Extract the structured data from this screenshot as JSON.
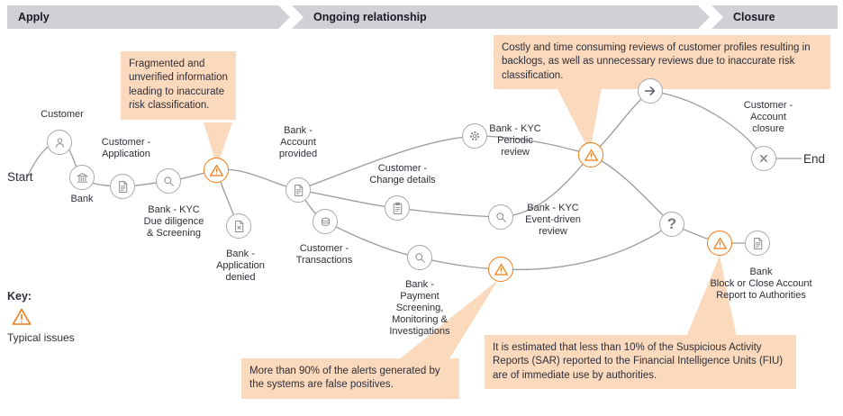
{
  "banner": {
    "phases": [
      {
        "label": "Apply"
      },
      {
        "label": "Ongoing relationship"
      },
      {
        "label": "Closure"
      }
    ]
  },
  "flow": {
    "start_label": "Start",
    "end_label": "End",
    "nodes": {
      "customer": {
        "label": "Customer"
      },
      "bank": {
        "label": "Bank"
      },
      "application": {
        "label": "Customer -\nApplication"
      },
      "due_diligence": {
        "label": "Bank - KYC\nDue diligence\n& Screening"
      },
      "application_denied": {
        "label": "Bank -\nApplication\ndenied"
      },
      "account_provided": {
        "label": "Bank -\nAccount\nprovided"
      },
      "transactions": {
        "label": "Customer -\nTransactions"
      },
      "change_details": {
        "label": "Customer -\nChange details"
      },
      "periodic_review": {
        "label": "Bank - KYC\nPeriodic\nreview"
      },
      "event_driven_review": {
        "label": "Bank - KYC\nEvent-driven\nreview"
      },
      "payment_screening": {
        "label": "Bank -\nPayment\nScreening,\nMonitoring &\nInvestigations"
      },
      "report_authorities": {
        "label": "Bank\nBlock or Close Account\nReport to Authorities"
      },
      "account_closure": {
        "label": "Customer -\nAccount\nclosure"
      }
    },
    "icon_glyphs": {
      "question": "?"
    }
  },
  "callouts": [
    {
      "text": "Fragmented and unverified information leading to inaccurate risk classification."
    },
    {
      "text": "Costly and time consuming reviews of customer profiles resulting in backlogs, as well as unnecessary reviews due to inaccurate risk classification."
    },
    {
      "text": "More than 90% of the alerts generated by the systems are false positives."
    },
    {
      "text": "It is estimated that less than 10% of the Suspicious Activity Reports (SAR) reported to the Financial Intelligence Units (FIU) are of immediate use by authorities."
    }
  ],
  "key": {
    "title": "Key:",
    "label": "Typical issues"
  },
  "colors": {
    "accent_orange": "#EE7B17",
    "callout_bg": "#FAD9BD",
    "banner_bg": "#D1D1D5",
    "line_gray": "#9B9B9B",
    "text_dark": "#2E2E38"
  }
}
